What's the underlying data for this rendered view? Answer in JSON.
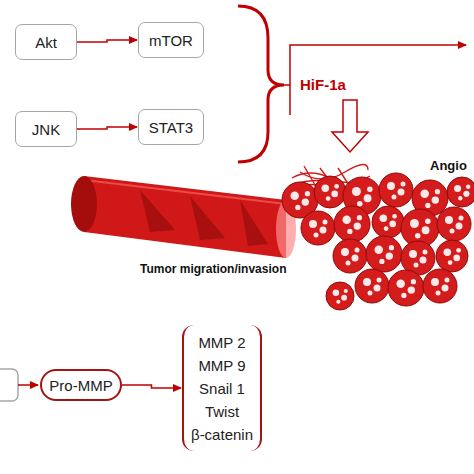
{
  "diagram": {
    "nodes": [
      {
        "text": [
          "Akt"
        ]
      },
      {
        "text": [
          "mTOR"
        ]
      },
      {
        "text": [
          "JNK"
        ]
      },
      {
        "text": [
          "STAT3"
        ]
      },
      {
        "text": [
          "Pro-MMP"
        ]
      },
      {
        "text": [
          "MMP 2",
          "MMP 9",
          "Snail 1",
          "Twist",
          "β-catenin"
        ]
      }
    ],
    "edges": [
      {
        "from": 0,
        "to": 1,
        "arrow": "to"
      },
      {
        "from": 2,
        "to": 3,
        "arrow": "to"
      },
      {
        "from": 4,
        "to": 5,
        "arrow": "to"
      }
    ],
    "labels": [
      "HiF-1a",
      "Angio",
      "Tumor migration/invasion"
    ]
  }
}
